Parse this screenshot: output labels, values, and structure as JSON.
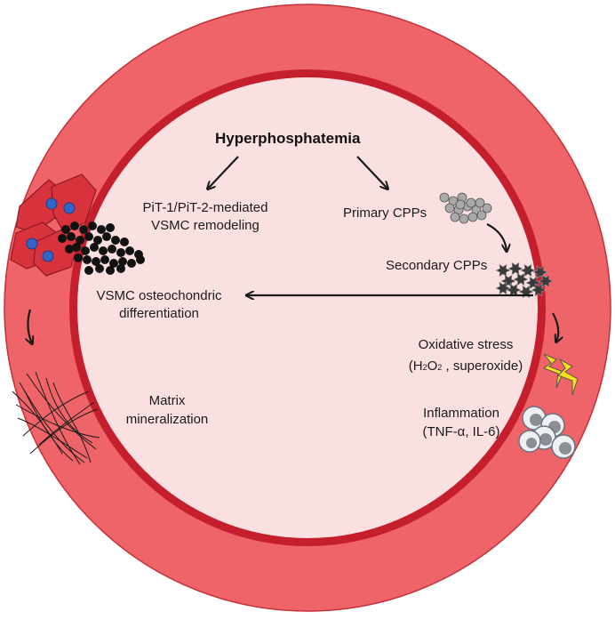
{
  "title": "Hyperphosphatemia",
  "labels": {
    "pit_line1": "PiT-1/PiT-2-mediated",
    "pit_line2": "VSMC remodeling",
    "primary_cpps": "Primary CPPs",
    "secondary_cpps": "Secondary CPPs",
    "osteo_line1": "VSMC osteochondric",
    "osteo_line2": "differentiation",
    "oxidative_line1": "Oxidative stress",
    "oxidative_h": "(H",
    "oxidative_sub2": "2",
    "oxidative_o": "O",
    "oxidative_sub2b": "2",
    "oxidative_rest": " , superoxide)",
    "matrix_line1": "Matrix",
    "matrix_line2": "mineralization",
    "inflammation_line1": "Inflammation",
    "inflammation_line2": "(TNF-α, IL-6)"
  },
  "colors": {
    "outer_wall": "#ef6468",
    "inner_ring": "#c51f2e",
    "lumen": "#fbe0e2",
    "arrow": "#1a1a1a",
    "cell_body": "#d8333c",
    "nucleus": "#2f66c8",
    "lightning": "#f4e01a",
    "particle_dark": "#111111",
    "particle_grey": "#a9a9a9"
  },
  "icons": [
    "vsmc-cell-icon",
    "phosphate-cluster-icon",
    "primary-cpp-icon",
    "secondary-cpp-icon",
    "collagen-fibers-icon",
    "lightning-icon",
    "immune-cells-icon"
  ]
}
